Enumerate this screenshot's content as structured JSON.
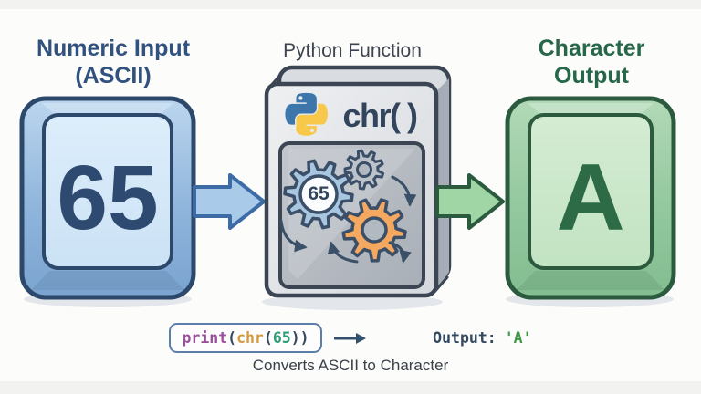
{
  "left": {
    "title_line1": "Numeric Input",
    "title_line2": "(ASCII)",
    "key_value": "65"
  },
  "middle": {
    "title": "Python Function",
    "function_label": "chr( )",
    "gear_value": "65"
  },
  "right": {
    "title_line1": "Character",
    "title_line2": "Output",
    "key_value": "A"
  },
  "bottom": {
    "code": {
      "tokens": [
        {
          "text": "print"
        },
        {
          "text": "("
        },
        {
          "text": "chr"
        },
        {
          "text": "("
        },
        {
          "text": "65"
        },
        {
          "text": "))"
        }
      ]
    },
    "output_label": "Output:",
    "output_value": "'A'",
    "caption": "Converts ASCII to Character"
  },
  "colors": {
    "input_accent": "#31517e",
    "input_key_fill": "#8fb5dc",
    "input_key_face": "#d3e8f8",
    "function_accent": "#33475e",
    "output_accent": "#276749",
    "output_key_fill": "#93c89e",
    "output_key_face": "#c9e7c9",
    "card_gray": "#dfe2e6",
    "panel_gray": "#b3b9c0",
    "gear_blue": "#a9c6e1",
    "gear_orange": "#f4a860",
    "python_blue": "#3d76ab",
    "python_yellow": "#f7c84a",
    "code_print": "#9b4f9b",
    "code_chr": "#d89a3e",
    "code_number": "#2e9c74",
    "code_paren": "#33475e",
    "output_value_green": "#3f9b47"
  }
}
